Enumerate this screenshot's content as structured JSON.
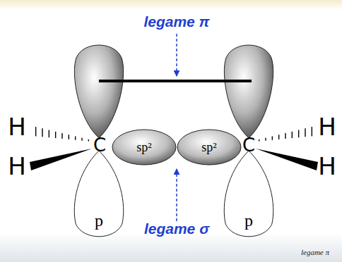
{
  "diagram": {
    "nodes": [
      {
        "text": [
          "sp²"
        ]
      },
      {
        "text": [
          "sp²"
        ]
      },
      {
        "text": [
          "p"
        ]
      },
      {
        "text": [
          "p"
        ]
      }
    ],
    "labels": [
      "legame π",
      "H",
      "H",
      "C",
      "C",
      "H",
      "H",
      "legame σ",
      "legame π"
    ]
  }
}
